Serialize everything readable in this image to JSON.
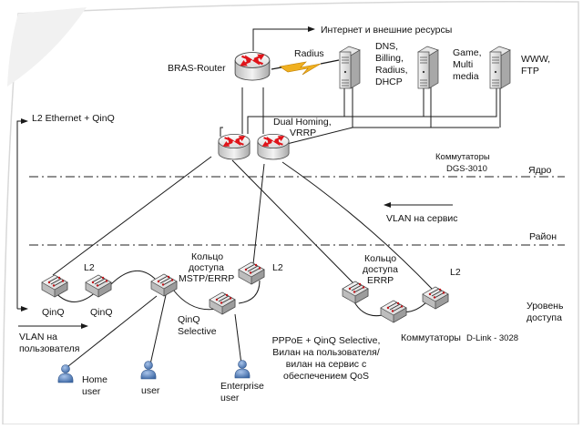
{
  "diagram": {
    "colors": {
      "line": "#1a1a1a",
      "router_arrow": "#e0141a",
      "lightning": "#f0b020",
      "user_icon": "#5b86c0",
      "page_border": "#d8d8d8"
    },
    "top": {
      "internet": "Интернет и внешние ресурсы",
      "radius_link": "Radius",
      "bras_router": "BRAS-Router"
    },
    "servers": [
      {
        "id": "srv-dns",
        "lines": [
          "DNS,",
          "Billing,",
          "Radius,",
          "DHCP"
        ]
      },
      {
        "id": "srv-game",
        "lines": [
          "Game,",
          "Multi",
          "media"
        ]
      },
      {
        "id": "srv-www",
        "lines": [
          "WWW,",
          "FTP"
        ]
      }
    ],
    "core": {
      "dual_homing": [
        "Dual Homing,",
        "VRRP"
      ],
      "switches_caption": [
        "Коммутаторы",
        "DGS-3010"
      ],
      "layer_core": "Ядро",
      "layer_district": "Район",
      "layer_access": [
        "Уровень",
        "доступа"
      ]
    },
    "left": {
      "l2_ethernet": "L2 Ethernet + QinQ",
      "vlan_user": [
        "VLAN на",
        "пользователя"
      ],
      "qinq_1": "QinQ",
      "qinq_2": "QinQ",
      "l2_a": "L2"
    },
    "middle": {
      "vlan_service": "VLAN на сервис",
      "ring_mstp": [
        "Кольцо",
        "доступа",
        "MSTP/ERRP"
      ],
      "qinq_selective": [
        "QinQ",
        "Selective"
      ],
      "l2_b": "L2",
      "ring_errp": [
        "Кольцо",
        "доступа",
        "ERRP"
      ],
      "l2_c": "L2",
      "switches_dlink_a": "Коммутаторы",
      "switches_dlink_b": "D-Link - 3028",
      "pppoe": [
        "PPPoE + QinQ Selective,",
        "Вилан на пользователя/",
        "вилан на сервис с",
        "обеспечением QoS"
      ]
    },
    "users": {
      "home": [
        "Home",
        "user"
      ],
      "user": "user",
      "enterprise": [
        "Enterprise",
        "user"
      ]
    }
  }
}
